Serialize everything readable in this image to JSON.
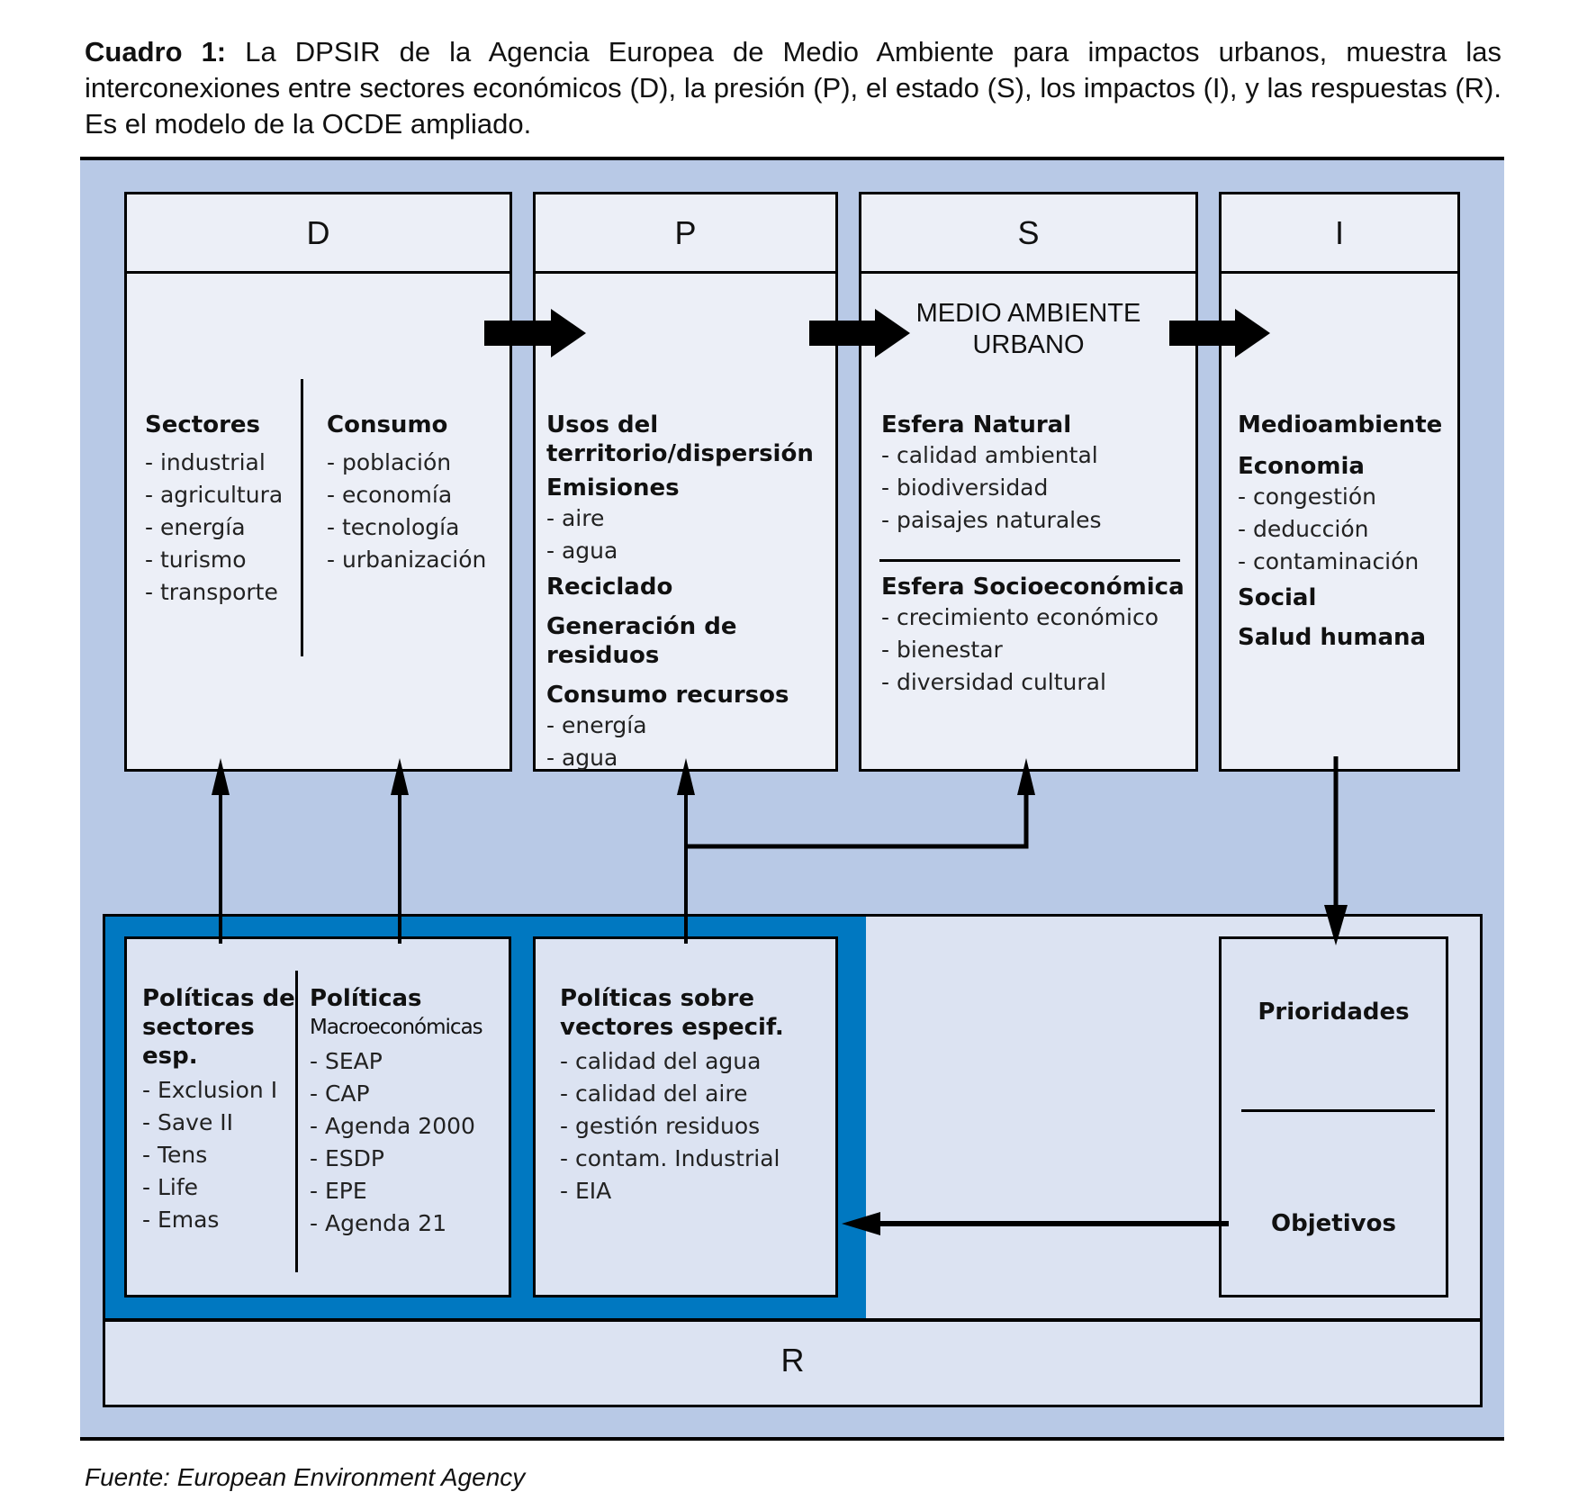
{
  "caption": {
    "label": "Cuadro 1:",
    "text": " La DPSIR de la Agencia Europea de Medio Ambiente para impactos urbanos, muestra las interconexiones entre sectores económicos (D), la presión (P), el estado (S), los impactos (I), y las respuestas (R). Es el modelo de la OCDE ampliado."
  },
  "boxes": {
    "D": {
      "letter": "D",
      "col1": {
        "heading": "Sectores",
        "items": [
          "- industrial",
          "- agricultura",
          "- energía",
          "- turismo",
          "- transporte"
        ]
      },
      "col2": {
        "heading": "Consumo",
        "items": [
          "- población",
          "- economía",
          "- tecnología",
          "- urbanización"
        ]
      }
    },
    "P": {
      "letter": "P",
      "sections": [
        {
          "heading": "Usos del territorio/dispersión",
          "items": []
        },
        {
          "heading": "Emisiones",
          "items": [
            "- aire",
            "- agua"
          ]
        },
        {
          "heading": "Reciclado",
          "items": []
        },
        {
          "heading": "Generación de residuos",
          "items": []
        },
        {
          "heading": "Consumo recursos",
          "items": [
            "- energía",
            "- agua"
          ]
        }
      ]
    },
    "S": {
      "letter": "S",
      "subtitle_line1": "MEDIO AMBIENTE",
      "subtitle_line2": "URBANO",
      "natural": {
        "heading": "Esfera Natural",
        "items": [
          "- calidad ambiental",
          "- biodiversidad",
          "- paisajes naturales"
        ]
      },
      "socio": {
        "heading": "Esfera Socioeconómica",
        "items": [
          "- crecimiento económico",
          "- bienestar",
          "- diversidad cultural"
        ]
      }
    },
    "I": {
      "letter": "I",
      "sections": [
        {
          "heading": "Medioambiente",
          "items": []
        },
        {
          "heading": "Economia",
          "items": [
            "- congestión",
            "- deducción",
            "- contaminación"
          ]
        },
        {
          "heading": "Social",
          "items": []
        },
        {
          "heading": "Salud humana",
          "items": []
        }
      ]
    },
    "R": {
      "letter": "R",
      "sector_policies": {
        "heading": "Políticas de sectores esp.",
        "items": [
          "- Exclusion I",
          "- Save II",
          "- Tens",
          "- Life",
          "- Emas"
        ]
      },
      "macro_policies": {
        "heading1": "Políticas",
        "heading2": "Macroeconómicas",
        "items": [
          "- SEAP",
          "- CAP",
          "- Agenda 2000",
          "- ESDP",
          "- EPE",
          "- Agenda 21"
        ]
      },
      "vector_policies": {
        "heading": "Políticas sobre vectores especif.",
        "items": [
          "- calidad del agua",
          "- calidad del aire",
          "- gestión residuos",
          "- contam. Industrial",
          "- EIA"
        ]
      },
      "priorities": "Prioridades",
      "objectives": "Objetivos"
    }
  },
  "colors": {
    "panel": "#b8c9e6",
    "box": "#eceff7",
    "response_box": "#dce3f2",
    "response_accent": "#0078c1"
  },
  "footer": "Fuente: European Environment Agency"
}
